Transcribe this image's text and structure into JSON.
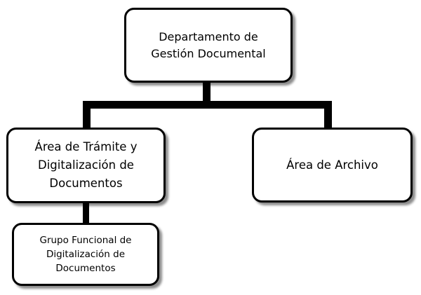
{
  "org_chart": {
    "root": {
      "label": "Departamento de\nGestión Documental"
    },
    "children": [
      {
        "label": "Área de Trámite y\nDigitalización de\nDocumentos",
        "children": [
          {
            "label": "Grupo Funcional de\nDigitalización de\nDocumentos"
          }
        ]
      },
      {
        "label": "Área de Archivo"
      }
    ]
  },
  "colors": {
    "line": "#000000",
    "box_border": "#000000",
    "box_fill": "#ffffff",
    "text": "#000000"
  }
}
